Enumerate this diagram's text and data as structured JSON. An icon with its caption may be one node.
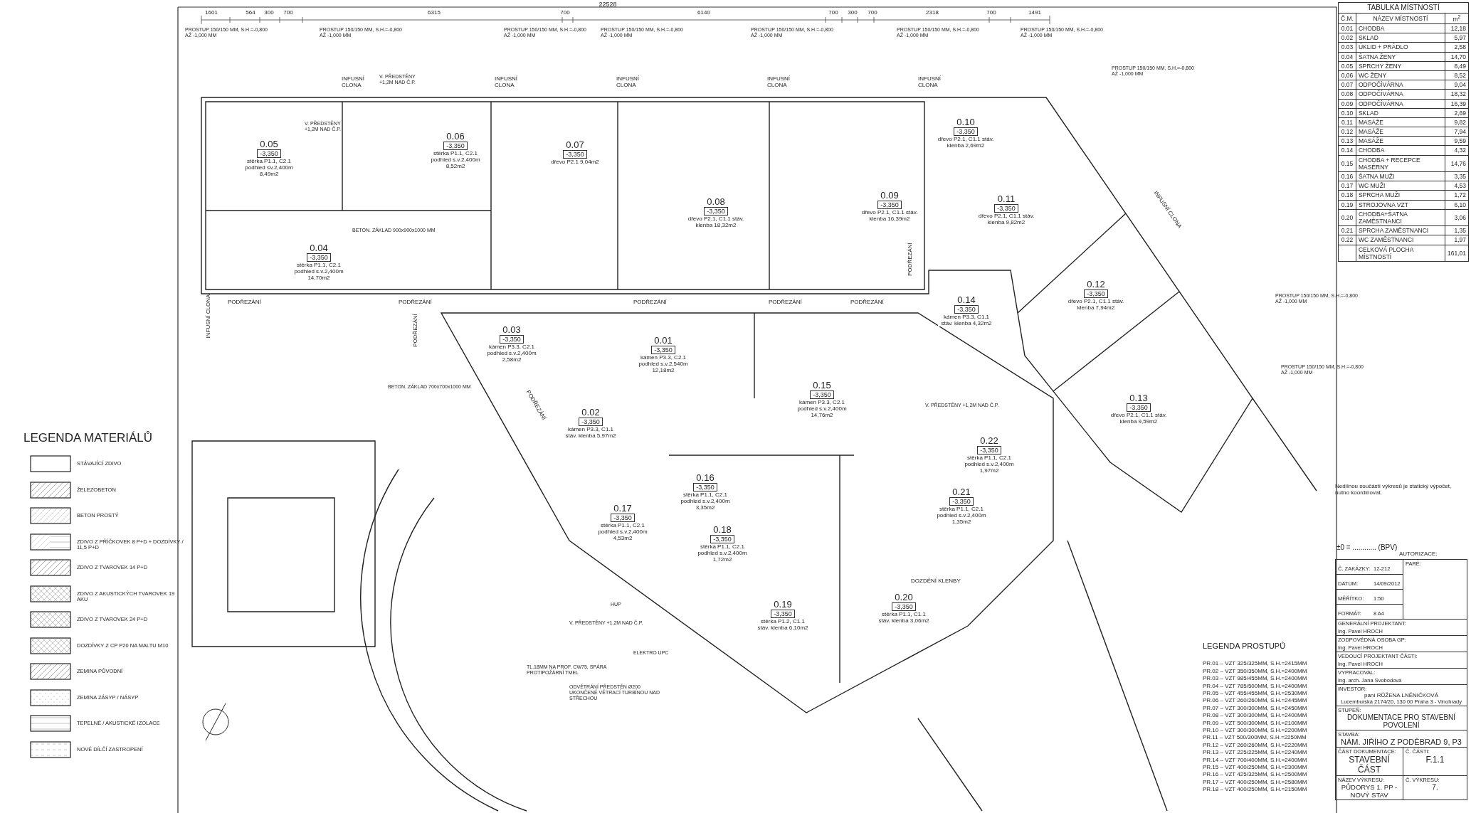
{
  "diagram": {
    "nodes": [
      {
        "text": [
          "0.05",
          "-3,350",
          "stěrka P1.1, C2.1 podhled ≤v.2,400m 8,49m2"
        ]
      },
      {
        "text": [
          "0.04",
          "-3,350",
          "stěrka P1.1, C2.1 podhled s.v.2,400m 14,70m2"
        ]
      },
      {
        "text": [
          "0.06",
          "-3,350",
          "stěrka P1.1, C2.1 podhled s.v.2,400m 8,52m2"
        ]
      },
      {
        "text": [
          "0.07",
          "-3,350",
          "dřevo P2.1 9,04m2"
        ]
      },
      {
        "text": [
          "0.08",
          "-3,350",
          "dřevo P2.1, C1.1 stáv. klenba 18,32m2"
        ]
      },
      {
        "text": [
          "0.09",
          "-3,350",
          "dřevo P2.1, C1.1 stáv. klenba 16,39m2"
        ]
      },
      {
        "text": [
          "0.10",
          "-3,350",
          "dřevo P2.1, C1.1 stáv. klenba 2,69m2"
        ]
      },
      {
        "text": [
          "0.11",
          "-3,350",
          "dřevo P2.1, C1.1 stáv. klenba 9,82m2"
        ]
      },
      {
        "text": [
          "0.12",
          "-3,350",
          "dřevo P2.1, C1.1 stáv. klenba 7,94m2"
        ]
      },
      {
        "text": [
          "0.13",
          "-3,350",
          "dřevo P2.1, C1.1 stáv. klenba 9,59m2"
        ]
      },
      {
        "text": [
          "0.14",
          "-3,350",
          "kámen P3.3, C1.1 stáv. klenba 4,32m2"
        ]
      },
      {
        "text": [
          "0.03",
          "-3,350",
          "kámen P3.3, C2.1 podhled s.v.2,400m 2,58m2"
        ]
      },
      {
        "text": [
          "0.01",
          "-3,350",
          "kámen P3.3, C2.1 podhled s.v.2,540m 12,18m2"
        ]
      },
      {
        "text": [
          "0.15",
          "-3,350",
          "kámen P3.3, C2.1 podhled s.v.2,400m 14,76m2"
        ]
      },
      {
        "text": [
          "0.02",
          "-3,350",
          "kámen P3.3, C1.1 stáv. klenba 5,97m2"
        ]
      },
      {
        "text": [
          "0.16",
          "-3,350",
          "stěrka P1.1, C2.1 podhled s.v.2,400m 3,35m2"
        ]
      },
      {
        "text": [
          "0.22",
          "-3,350",
          "stěrka P1.1, C2.1 podhled s.v.2,400m 1,97m2"
        ]
      },
      {
        "text": [
          "0.21",
          "-3,350",
          "stěrka P1.1, C2.1 podhled s.v.2,400m 1,35m2"
        ]
      },
      {
        "text": [
          "0.17",
          "-3,350",
          "stěrka P1.1, C2.1 podhled s.v.2,400m 4,53m2"
        ]
      },
      {
        "text": [
          "0.18",
          "-3,350",
          "stěrka P1.1, C2.1 podhled s.v.2,400m 1,72m2"
        ]
      },
      {
        "text": [
          "0.19",
          "-3,350",
          "stěrka P1.2, C1.1 stáv. klenba 6,10m2"
        ]
      },
      {
        "text": [
          "0.20",
          "-3,350",
          "stěrka P1.1, C1.1 stáv. klenba 3,06m2"
        ]
      }
    ],
    "labels": [
      "22528",
      "1601",
      "564",
      "300",
      "700",
      "6315",
      "700",
      "6140",
      "700",
      "300",
      "700",
      "2318",
      "700",
      "1491",
      "PROSTUP 150/150 MM, S.H.=-0,800 AŽ -1,000 MM",
      "PROSTUP 150/150 MM, S.H.=-0,800 AŽ -1,000 MM",
      "PROSTUP 150/150 MM, S.H.=-0,800 AŽ -1,000 MM",
      "PROSTUP 150/150 MM, S.H.=-0,800 AŽ -1,000 MM",
      "PROSTUP 150/150 MM, S.H.=-0,800 AŽ -1,000 MM",
      "PROSTUP 150/150 MM, S.H.=-0,800 AŽ -1,000 MM",
      "PROSTUP 150/150 MM, S.H.=-0,800 AŽ -1,000 MM",
      "PROSTUP 150/150 MM, S.H.=-0,800 AŽ -1,000 MM",
      "PROSTUP 150/150 MM, S.H.=-0,800 AŽ -1,000 MM",
      "PROSTUP 150/150 MM, S.H.=-0,800 AŽ -1,000 MM",
      "INFUSNÍ CLONA",
      "INFUSNÍ CLONA",
      "INFUSNÍ CLONA",
      "INFUSNÍ CLONA",
      "INFUSNÍ CLONA",
      "INFUSNÍ CLONA",
      "INFUSNÍ CLONA",
      "PODŘEZÁNÍ",
      "PODŘEZÁNÍ",
      "PODŘEZÁNÍ",
      "PODŘEZÁNÍ",
      "PODŘEZÁNÍ",
      "PODŘEZÁNÍ",
      "PODŘEZÁNÍ",
      "PODŘEZÁNÍ",
      "V. PŘEDSTĚNY +1,2M NAD Č.P.",
      "V. PŘEDSTĚNY +1,2M NAD Č.P.",
      "BETON. ZÁKLAD 900x900x1000 MM",
      "BETON. ZÁKLAD 700x700x1000 MM",
      "V. PŘEDSTĚNY +1,2M NAD Č.P.",
      "DOZDĚNÍ KLENBY",
      "HUP",
      "V. PŘEDSTĚNY +1,2M NAD Č.P.",
      "ELEKTRO UPC",
      "TL.18MM NA PROF. CW75, SPÁRA PROTIPOŽÁRNÍ TMEL",
      "ODVĚTRÁNÍ PŘEDSTĚN Ø200 UKONČENÉ VĚTRACÍ TURBÍNOU NAD STŘECHOU",
      "Nedílnou součástí výkresů je statický výpočet, nutno koordinovat.",
      "±0 = ............ (BPV)",
      "LEGENDA MATERIÁLŮ",
      "LEGENDA PROSTUPŮ",
      "PR.01 – VZT 325/325MM, S.H.=2415MM",
      "PR.02 – VZT 350/350MM, S.H.=2400MM",
      "PR.03 – VZT 985/455MM, S.H.=2400MM",
      "PR.04 – VZT 785/500MM, S.H.=2400MM",
      "PR.05 – VZT 455/455MM, S.H.=2530MM",
      "PR.06 – VZT 260/260MM, S.H.=2445MM",
      "PR.07 – VZT 300/300MM, S.H.=2450MM",
      "PR.08 – VZT 300/300MM, S.H.=2400MM",
      "PR.09 – VZT 500/300MM, S.H.=2100MM",
      "PR.10 – VZT 300/300MM, S.H.=2200MM",
      "PR.11 – VZT 500/300MM, S.H.=2250MM",
      "PR.12 – VZT 260/260MM, S.H.=2220MM",
      "PR.13 – VZT 225/225MM, S.H.=2240MM",
      "PR.14 – VZT 700/400MM, S.H.=2400MM",
      "PR.15 – VZT 400/250MM, S.H.=2300MM",
      "PR.16 – VZT 425/325MM, S.H.=2500MM",
      "PR.17 – VZT 400/250MM, S.H.=2580MM",
      "PR.18 – VZT 400/250MM, S.H.=2150MM",
      "TABULKA MÍSTNOSTÍ",
      "Č.M.",
      "NÁZEV MÍSTNOSTÍ",
      "m$^{2}$",
      "0.01",
      "CHODBA",
      "12,18",
      "0.02",
      "SKLAD",
      "5,97",
      "0.03",
      "ÚKLID + PRÁDLO",
      "2,58",
      "0.04",
      "ŠATNA ŽENY",
      "14,70",
      "0.05",
      "SPRCHY ŽENY",
      "8,49",
      "0,06",
      "WC ŽENY",
      "8,52",
      "0.07",
      "ODPOČÍVÁRNA",
      "9,04",
      "0.08",
      "ODPOČÍVÁRNA",
      "18,32",
      "0.09",
      "ODPOČÍVÁRNA",
      "16,39",
      "0.10",
      "SKLAD",
      "2,69",
      "0.11",
      "MASÁŽE",
      "9,82",
      "0.12",
      "MASÁŽE",
      "7,94",
      "0.13",
      "MASÁŽE",
      "9,59",
      "0.14",
      "CHODBA",
      "4,32",
      "0.15",
      "CHODBA + RECEPCE MASÉRNY",
      "14,76",
      "0.16",
      "ŠATNA MUŽI",
      "3,35",
      "0.17",
      "WC MUŽI",
      "4,53",
      "0.18",
      "SPRCHA MUŽI",
      "1,72",
      "0.19",
      "STROJOVNA VZT",
      "6,10",
      "0.20",
      "CHODBA+ŠATNA ZAMĚSTNANCI",
      "3,06",
      "0.21",
      "SPRCHA ZAMĚSTNANCI",
      "1,35",
      "0.22",
      "WC ZAMĚSTNANCI",
      "1,97",
      "CELKOVÁ PLOCHA MÍSTNOSTÍ",
      "161,01",
      "AUTORIZACE:",
      "Č. ZAKÁZKY:",
      "12-212",
      "PARÉ:",
      "DATUM:",
      "14/09/2012",
      "MĚŘÍTKO:",
      "1:50",
      "FORMÁT:",
      "8 A4",
      "GENERÁLNÍ PROJEKTANT:",
      "Ing. Pavel HROCH",
      "ZODPOVĚDNÁ OSOBA GP:",
      "Ing. Pavel HROCH",
      "VEDOUCÍ PROJEKTANT ČÁSTI:",
      "Ing. Pavel HROCH",
      "VYPRACOVAL:",
      "Ing. arch. Jana Svobodová",
      "INVESTOR:",
      "paní RŮŽENA LNĚNIČKOVÁ",
      "Lucemburská 2174/20, 130 00 Praha 3 - Vinohrady",
      "STUPEŇ:",
      "DOKUMENTACE PRO STAVEBNÍ POVOLENÍ",
      "STAVBA:",
      "NÁM. JIŘÍHO Z PODĚBRAD 9, P3",
      "ČÁST DOKUMENTACE:",
      "Č. ČÁSTI:",
      "STAVEBNÍ ČÁST",
      "F.1.1",
      "NÁZEV VÝKRESU:",
      "Č. VÝKRESU:",
      "PŮDORYS 1. PP - NOVÝ STAV",
      "7."
    ],
    "legend": [
      {
        "text": "STÁVAJÍCÍ ZDIVO"
      },
      {
        "text": "ŽELEZOBETON"
      },
      {
        "text": "BETON PROSTÝ"
      },
      {
        "text": "ZDIVO Z PŘÍČKOVEK 8 P+D + DOZDÍVKY / 11,5 P+D"
      },
      {
        "text": "ZDIVO Z TVAROVEK 14 P+D"
      },
      {
        "text": "ZDIVO Z AKUSTICKÝCH TVAROVEK 19 AKU"
      },
      {
        "text": "ZDIVO Z TVAROVEK 24 P+D"
      },
      {
        "text": "DOZDÍVKY Z CP P20 NA MALTU M10"
      },
      {
        "text": "ZEMINA PŮVODNÍ"
      },
      {
        "text": "ZEMINA ZÁSYP / NÁSYP"
      },
      {
        "text": "TEPELNÉ / AKUSTICKÉ IZOLACE"
      },
      {
        "text": "NOVÉ DÍLČÍ ZASTROPENÍ"
      }
    ]
  }
}
